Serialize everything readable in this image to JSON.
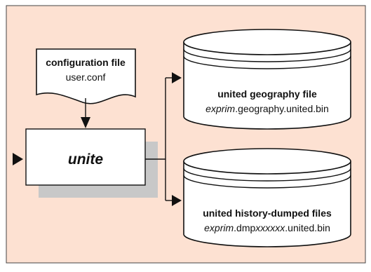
{
  "diagram": {
    "colors": {
      "background": "#fde1d2",
      "shadow": "#c8c8c8",
      "stroke": "#111111",
      "fill": "#ffffff"
    },
    "config_doc": {
      "title": "configuration file",
      "filename": "user.conf"
    },
    "process": {
      "label": "unite"
    },
    "geography_db": {
      "title": "united geography file",
      "filename_var": "exprim",
      "filename_rest": ".geography.united.bin"
    },
    "history_db": {
      "title": "united history-dumped files",
      "filename_var": "exprim",
      "filename_mid": ".dmp",
      "filename_var2": "xxxxxx",
      "filename_rest": ".united.bin"
    }
  }
}
